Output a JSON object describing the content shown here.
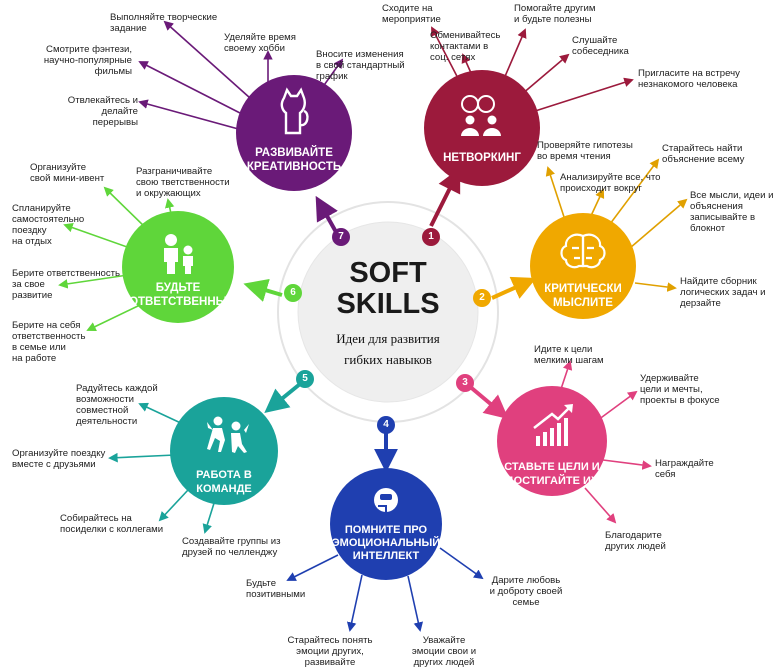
{
  "center": {
    "title": "SOFT\nSKILLS",
    "subtitle": "Идеи для развития\nгибких навыков"
  },
  "hubs": [
    {
      "num": "1",
      "title": "НЕТВОРКИНГ",
      "color": "#9c1a3c",
      "icon": "people-talking-icon"
    },
    {
      "num": "2",
      "title": "КРИТИЧЕСКИ\nМЫСЛИТЕ",
      "color": "#f0a800",
      "icon": "brain-icon"
    },
    {
      "num": "3",
      "title": "СТАВЬТЕ ЦЕЛИ И\nДОСТИГАЙТЕ ИХ",
      "color": "#e0407e",
      "icon": "growth-chart-icon"
    },
    {
      "num": "4",
      "title": "ПОМНИТЕ ПРО\nЭМОЦИОНАЛЬНЫЙ\nИНТЕЛЛЕКТ",
      "color": "#1f3fb0",
      "icon": "face-hand-icon"
    },
    {
      "num": "5",
      "title": "РАБОТА В\nКОМАНДЕ",
      "color": "#1aa39a",
      "icon": "dancing-people-icon"
    },
    {
      "num": "6",
      "title": "БУДЬТЕ\nОТВЕТСТВЕННЫ",
      "color": "#5fd63a",
      "icon": "parent-child-icon"
    },
    {
      "num": "7",
      "title": "РАЗВИВАЙТЕ\nКРЕАТИВНОСТЬ",
      "color": "#6a1a78",
      "icon": "cat-icon"
    }
  ],
  "tips": {
    "networking": [
      "Сходите на\nмероприятие",
      "Обменивайтесь\nконтактами в\nсоц. сетях",
      "Помогайте другим\nи будьте полезны",
      "Слушайте\nсобеседника",
      "Пригласите  на встречу\nнезнакомого человека"
    ],
    "critical": [
      "Проверяйте гипотезы\nво время чтения",
      "Старайтесь  найти\nобъяснение всему",
      "Анализируйте все, что\nпроисходит  вокруг",
      "Все мысли, идеи и\nобъяснения\nзаписывайте в\nблокнот",
      "Найдите сборник\nлогических задач и\nдерзайте"
    ],
    "goals": [
      "Идите к цели\nмелкими шагам",
      "Удерживайте\nцели и мечты,\nпроекты в фокусе",
      "Награждайте\nсебя",
      "Благодарите\nдругих людей"
    ],
    "emotional": [
      "Будьте\nпозитивными",
      "Старайтесь понять\nэмоции других,\nразвивайте",
      "Уважайте\nэмоции свои и\nдругих людей",
      "Дарите  любовь\nи доброту своей\nсемье"
    ],
    "team": [
      "Радуйтесь каждой\nвозможности\nсовместной\nдеятельности",
      "Организуйте поездку\nвместе с друзьями",
      "Собирайтесь на\nпосиделки с коллегами",
      "Создавайте группы из\nдрузей по челленджу"
    ],
    "responsible": [
      "Организуйте\nсвой мини-ивент",
      "Разграничивайте\nсвою тветственности\nи окружающих",
      "Спланируйте\nсамостоятельно\nпоездку\nна отдых",
      "Берите ответственность\nза свое\nразвитие",
      "Берите на себя\nответственность\nв семье или\nна работе"
    ],
    "creativity": [
      "Выполняйте творческие\nзадание",
      "Уделяйте время\nсвоему хобби",
      "Смотрите фэнтези,\nнаучно-популярные\nфильмы",
      "Вносите изменения\nв свой стандартный\nграфик",
      "Отвлекайтесь и делайте\nперерывы"
    ]
  }
}
